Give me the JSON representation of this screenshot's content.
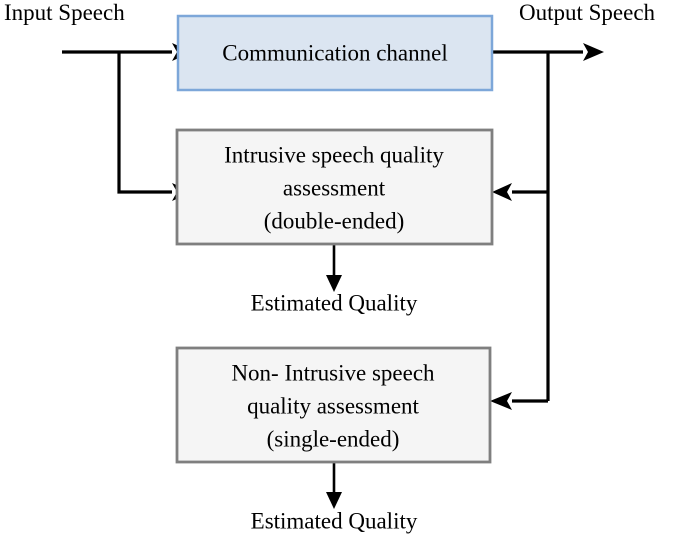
{
  "diagram": {
    "title": "Speech quality assessment block diagram",
    "colors": {
      "channel_fill": "#dbe5f1",
      "channel_stroke": "#7da7d9",
      "assessment_fill": "#f5f5f5",
      "assessment_stroke": "#7f7f7f",
      "wire": "#000000",
      "text": "#000000",
      "background": "#ffffff"
    },
    "endpoints": {
      "input_label": "Input Speech",
      "output_label": "Output Speech"
    },
    "blocks": [
      {
        "id": "communication-channel",
        "label": "Communication channel",
        "lines": [
          "Communication channel"
        ],
        "fill": "#dbe5f1",
        "stroke": "#7da7d9"
      },
      {
        "id": "intrusive-assessment",
        "label": "Intrusive speech quality assessment (double-ended)",
        "lines": [
          "Intrusive speech quality",
          "assessment",
          "(double-ended)"
        ],
        "fill": "#f5f5f5",
        "stroke": "#7f7f7f"
      },
      {
        "id": "non-intrusive-assessment",
        "label": "Non- Intrusive speech quality assessment (single-ended)",
        "lines": [
          "Non- Intrusive speech",
          "quality assessment",
          "(single-ended)"
        ],
        "fill": "#f5f5f5",
        "stroke": "#7f7f7f"
      }
    ],
    "outputs": [
      {
        "id": "estimated-quality-intrusive",
        "label": "Estimated Quality"
      },
      {
        "id": "estimated-quality-non-intrusive",
        "label": "Estimated Quality"
      }
    ]
  }
}
